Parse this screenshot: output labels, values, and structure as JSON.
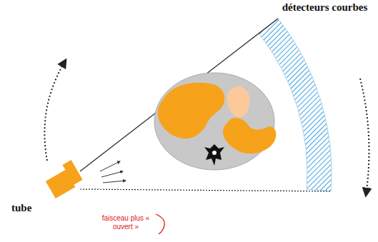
{
  "diagram": {
    "labels": [
      "détecteurs courbes",
      "tube",
      "faisceau plus « ouvert »"
    ]
  }
}
